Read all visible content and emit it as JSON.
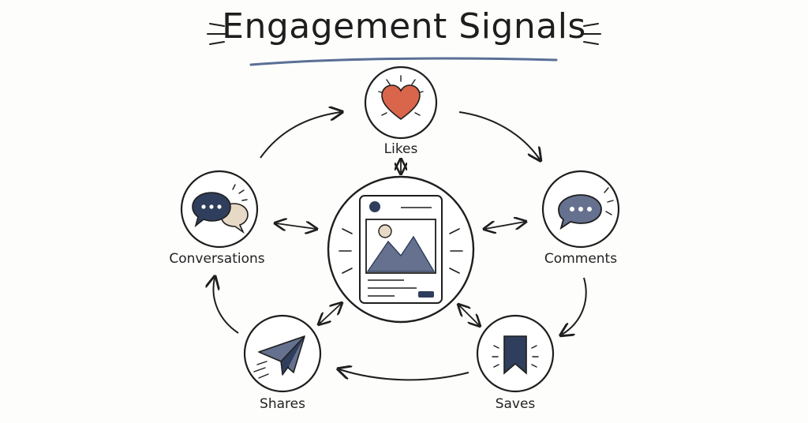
{
  "title": "Engagement Signals",
  "nodes": {
    "likes": {
      "label": "Likes"
    },
    "comments": {
      "label": "Comments"
    },
    "saves": {
      "label": "Saves"
    },
    "shares": {
      "label": "Shares"
    },
    "conversations": {
      "label": "Conversations"
    }
  },
  "colors": {
    "ink": "#1e1e1e",
    "heart": "#d9654a",
    "navy": "#2f3e5c",
    "slate": "#65718f",
    "beige": "#e6d9c5",
    "underline": "#5a6f96",
    "glow": "#f1e6d6"
  }
}
